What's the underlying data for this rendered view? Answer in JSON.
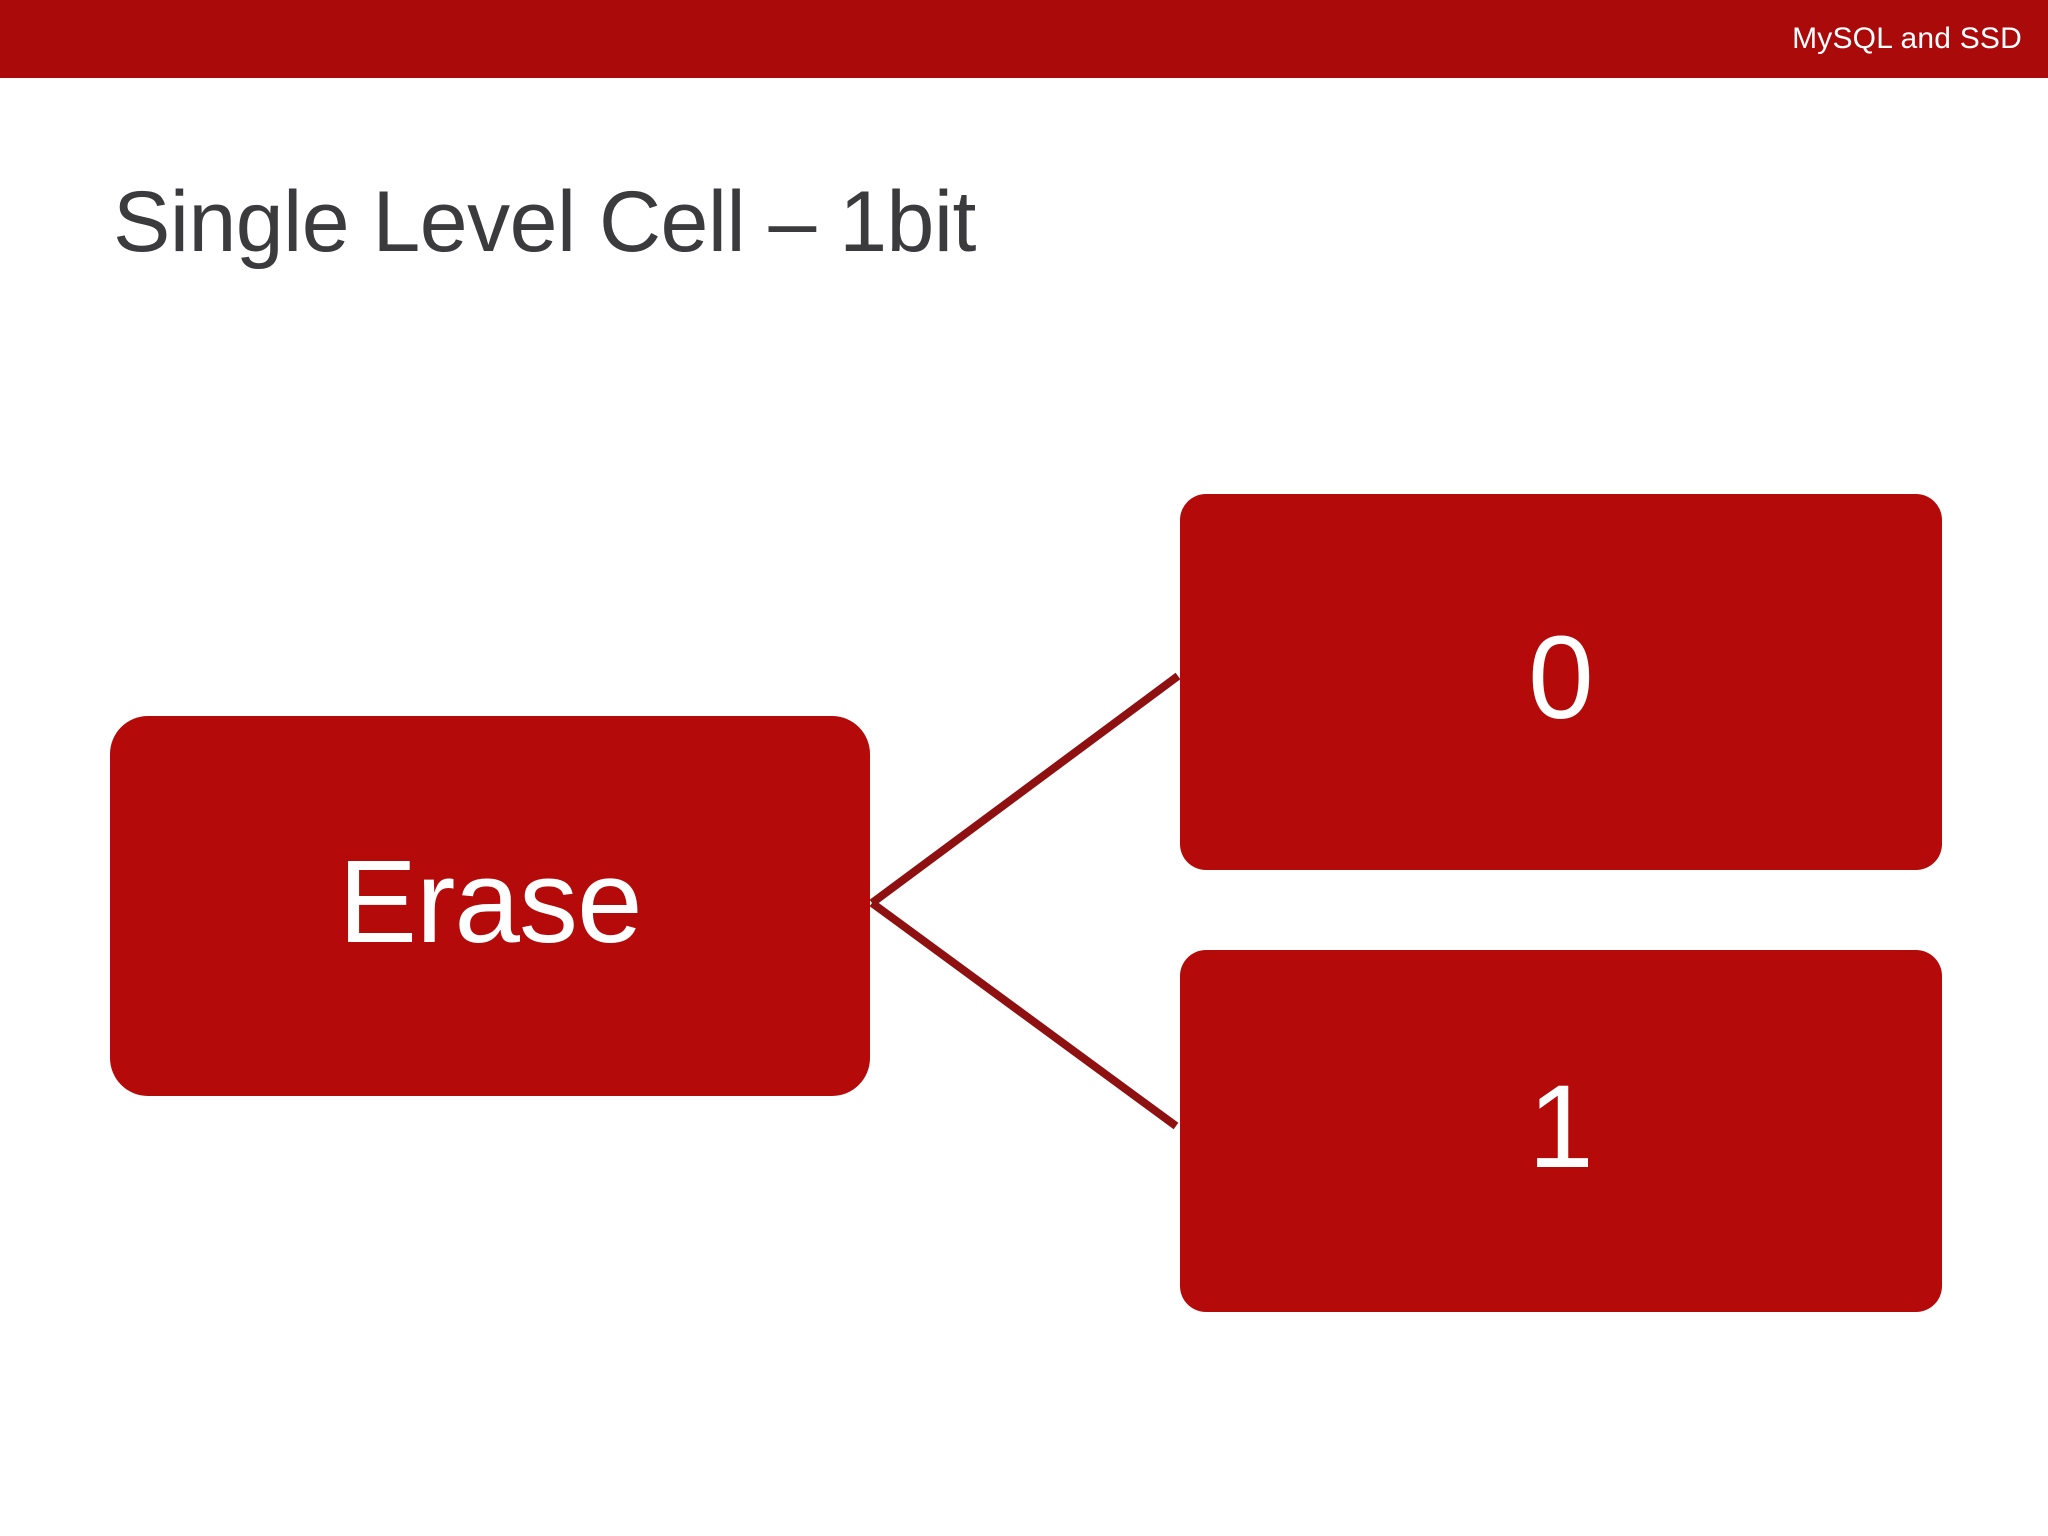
{
  "header": {
    "title": "MySQL and SSD",
    "background_color": "#AB0A0A",
    "text_color": "#FFFFFF"
  },
  "slide": {
    "title": "Single Level Cell – 1bit",
    "title_color": "#3B3B3D",
    "background_color": "#FFFFFF"
  },
  "diagram": {
    "type": "flow",
    "accent_color": "#B50A0A",
    "connector_color": "#8E1010",
    "source": {
      "label": "Erase",
      "name": "erase-node"
    },
    "targets": [
      {
        "label": "0",
        "name": "zero-node"
      },
      {
        "label": "1",
        "name": "one-node"
      }
    ]
  }
}
